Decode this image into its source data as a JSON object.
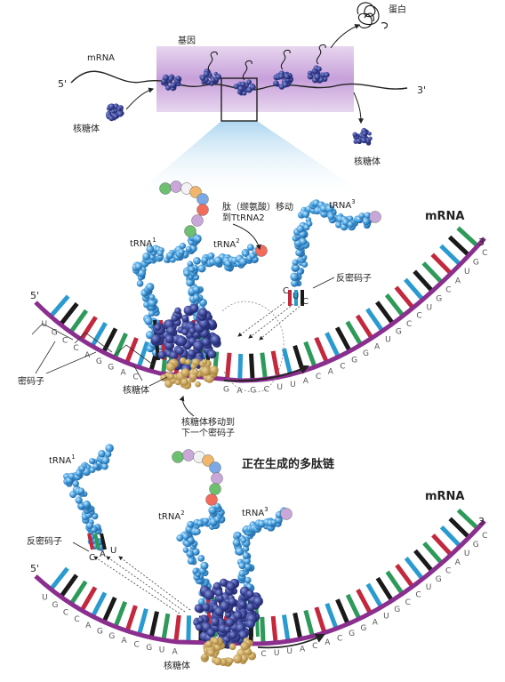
{
  "top": {
    "five_prime": "5'",
    "three_prime": "3'",
    "mrna": "mRNA",
    "gene": "基因",
    "protein": "蛋白",
    "ribosome_in": "核糖体",
    "ribosome_out": "核糖体"
  },
  "panel1": {
    "five_prime": "5'",
    "three_prime": "3",
    "mrna": "mRNA",
    "trna1": "tRNA",
    "trna1_sup": "1",
    "trna2": "tRNA",
    "trna2_sup": "2",
    "trna3": "tRNA",
    "trna3_sup": "3",
    "peptide_move_line1": "肽（缬氨酸）移动",
    "peptide_move_line2": "到TtRNA2",
    "anticodon": "反密码子",
    "anticodon_bases": [
      "C",
      "U",
      "C"
    ],
    "codon": "密码子",
    "ribosome": "核糖体",
    "ribosome_move_line1": "核糖体移动到",
    "ribosome_move_line2": "下一个密码子",
    "mrna_bases_left": [
      "U",
      "G",
      "C",
      "C",
      "A",
      "G",
      "G",
      "A",
      "C"
    ],
    "mrna_bases_ribosome": [
      "G",
      "U",
      "A",
      "U",
      "G",
      "C"
    ],
    "mrna_bases_right": [
      "G",
      "A",
      "G",
      "C",
      "U",
      "U",
      "A",
      "C",
      "A",
      "C",
      "G",
      "G",
      "A",
      "U",
      "G",
      "C",
      "C",
      "U",
      "G",
      "C",
      "A",
      "U",
      "G",
      "C"
    ]
  },
  "panel2": {
    "five_prime": "5'",
    "three_prime": "3",
    "mrna": "mRNA",
    "title": "正在生成的多肽链",
    "trna1": "tRNA",
    "trna1_sup": "1",
    "trna2": "tRNA",
    "trna2_sup": "2",
    "trna3": "tRNA",
    "trna3_sup": "3",
    "anticodon": "反密码子",
    "anticodon_bases": [
      "C",
      "A",
      "U"
    ],
    "ribosome": "核糖体",
    "mrna_bases_left": [
      "U",
      "G",
      "C",
      "C",
      "A",
      "G",
      "G",
      "A",
      "C",
      "G",
      "U",
      "A"
    ],
    "mrna_bases_ribosome": [
      "U",
      "G",
      "C",
      "G",
      "A",
      "G"
    ],
    "mrna_bases_right": [
      "C",
      "U",
      "U",
      "A",
      "C",
      "A",
      "C",
      "G",
      "G",
      "A",
      "U",
      "G",
      "C",
      "C",
      "U",
      "G",
      "C",
      "A",
      "U",
      "G",
      "C"
    ]
  },
  "colors": {
    "backbone": "#8b2f8f",
    "ribosome": "#2f3f8f",
    "trna": "#4a9fd8",
    "highlight": "#c9a8d9",
    "base_palette": [
      "#2a9bd0",
      "#1a1a1a",
      "#2e9a5a",
      "#c3283c"
    ]
  }
}
